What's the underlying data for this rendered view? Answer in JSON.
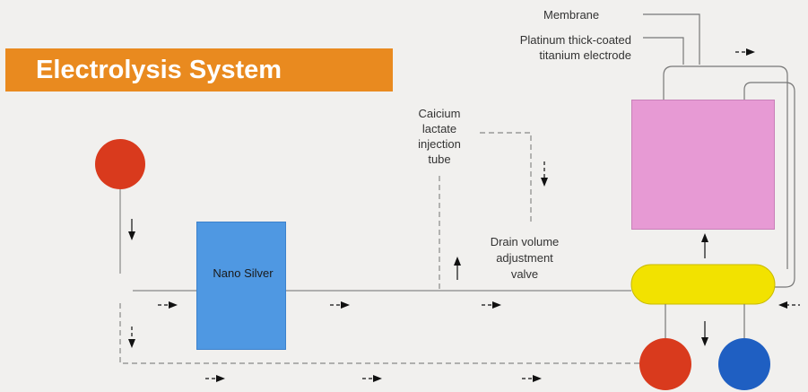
{
  "title": "Electrolysis System",
  "labels": {
    "membrane": "Membrane",
    "electrode_line1": "Platinum thick-coated",
    "electrode_line2": "titanium electrode",
    "calcium_line1": "Caicium",
    "calcium_line2": "lactate",
    "calcium_line3": "injection",
    "calcium_line4": "tube",
    "drain_line1": "Drain volume",
    "drain_line2": "adjustment",
    "drain_line3": "valve",
    "nano_silver": "Nano Silver"
  },
  "colors": {
    "title_background": "#e98a1f",
    "nano_silver": "#4f98e2",
    "electrolysis_cell": "#e79ad4",
    "chamber": "#f2e200",
    "inlet_circle": "#d93a1d",
    "outlet_red": "#d93a1d",
    "outlet_blue": "#1f5fc2"
  }
}
